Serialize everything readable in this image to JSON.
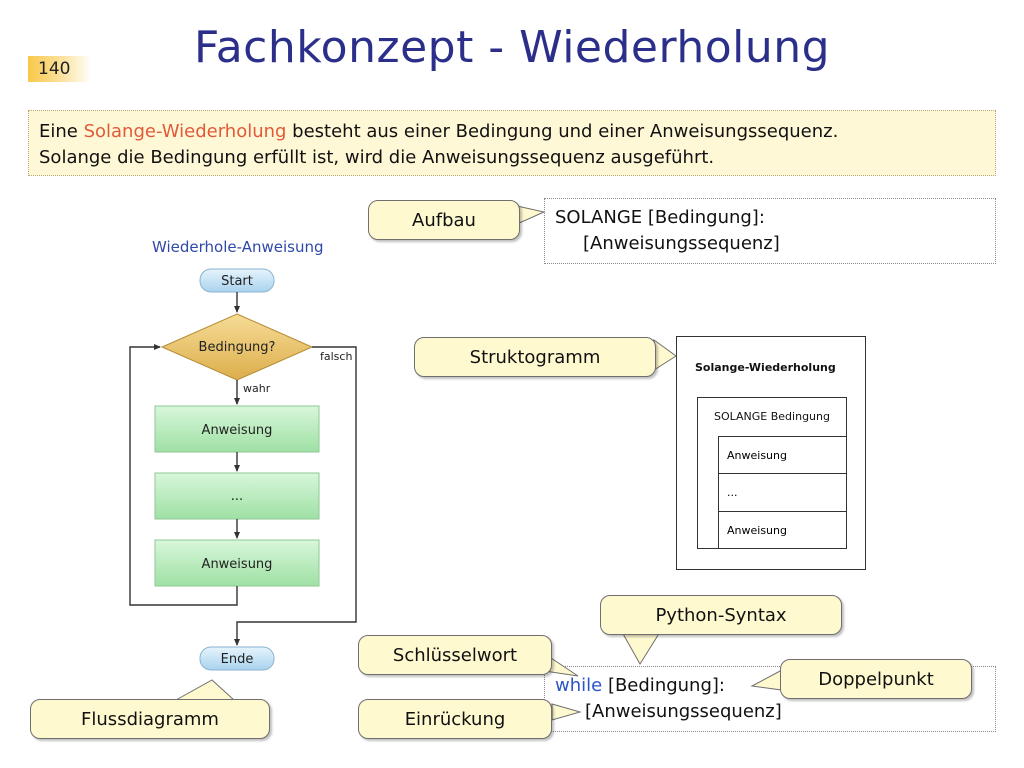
{
  "slide": {
    "number": "140",
    "title": "Fachkonzept - Wiederholung"
  },
  "intro": {
    "line1_pre": "Eine ",
    "line1_highlight": "Solange-Wiederholung",
    "line1_post": " besteht aus einer Bedingung und einer Anweisungssequenz.",
    "line2": "Solange die Bedingung erfüllt ist, wird die Anweisungssequenz ausgeführt."
  },
  "aufbau": {
    "callout": "Aufbau",
    "line1": "SOLANGE [Bedingung]:",
    "line2": "[Anweisungssequenz]"
  },
  "flowchart": {
    "title": "Wiederhole-Anweisung",
    "start": "Start",
    "condition": "Bedingung?",
    "false_label": "falsch",
    "true_label": "wahr",
    "step1": "Anweisung",
    "step2": "...",
    "step3": "Anweisung",
    "end": "Ende",
    "callout": "Flussdiagramm"
  },
  "struktogramm": {
    "callout": "Struktogramm",
    "title": "Solange-Wiederholung",
    "header": "SOLANGE Bedingung",
    "rows": [
      "Anweisung",
      "...",
      "Anweisung"
    ]
  },
  "python": {
    "callout_syntax": "Python-Syntax",
    "callout_keyword": "Schlüsselwort",
    "callout_colon": "Doppelpunkt",
    "callout_indent": "Einrückung",
    "keyword": "while",
    "line1_rest": " [Bedingung]:",
    "line2": "[Anweisungssequenz]"
  },
  "colors": {
    "title": "#2b2f8a",
    "highlight": "#e05a3a",
    "keyword": "#2b54c7",
    "callout_fill": "#fff9d0",
    "flow_green": "#b5ecb8",
    "flow_gold": "#e8c36a",
    "flow_blue": "#c8e4f4"
  }
}
